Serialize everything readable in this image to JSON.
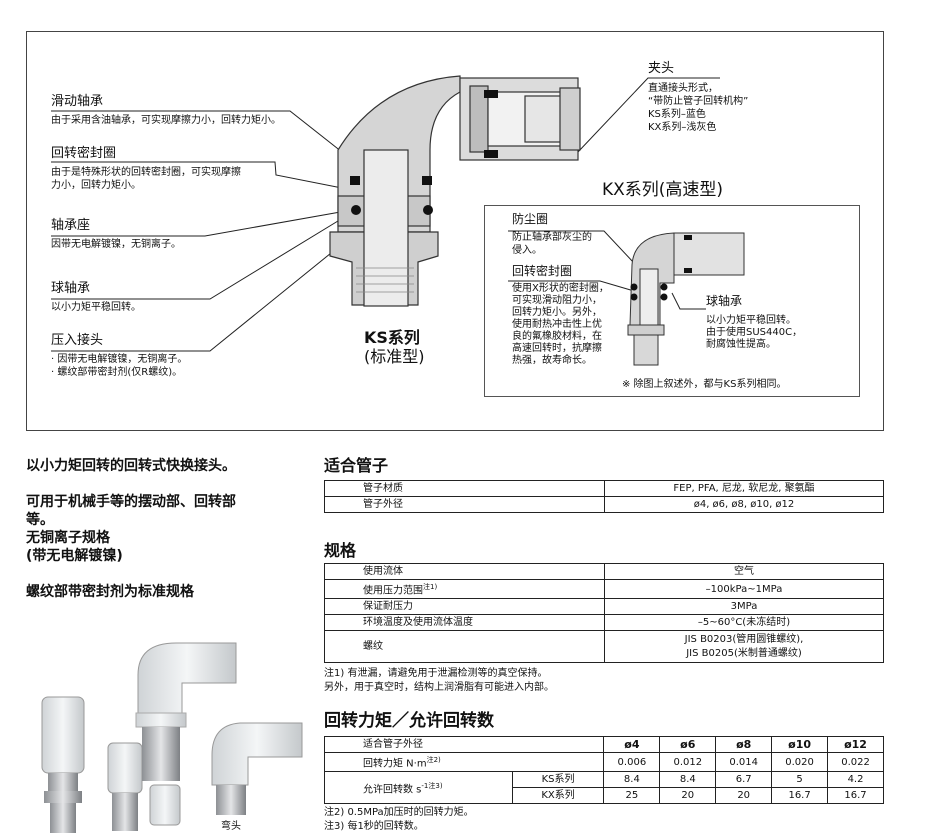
{
  "diagram": {
    "callouts": [
      {
        "title": "滑动轴承",
        "desc": [
          "由于采用含油轴承，可实现摩擦力小，回转力矩小。"
        ]
      },
      {
        "title": "回转密封圈",
        "desc": [
          "由于是特殊形状的回转密封圈，可实现摩擦",
          "力小，回转力矩小。"
        ]
      },
      {
        "title": "轴承座",
        "desc": [
          "因带无电解镀镍，无铜离子。"
        ]
      },
      {
        "title": "球轴承",
        "desc": [
          "以小力矩平稳回转。"
        ]
      },
      {
        "title": "压入接头",
        "desc": [
          "· 因带无电解镀镍，无铜离子。",
          "· 螺纹部带密封剂(仅R螺纹)。"
        ]
      }
    ],
    "chuck": {
      "title": "夹头",
      "desc": [
        "直通接头形式，",
        "“带防止管子回转机构”",
        "KS系列–蓝色",
        "KX系列–浅灰色"
      ]
    },
    "ks_label": {
      "series": "KS系列",
      "type": "(标准型)"
    },
    "kx_label": "KX系列(高速型)",
    "kx_inset": {
      "dust": {
        "title": "防尘圈",
        "desc": [
          "防止轴承部灰尘的",
          "侵入。"
        ]
      },
      "seal": {
        "title": "回转密封圈",
        "desc": [
          "使用X形状的密封圈，",
          "可实现滑动阻力小，",
          "回转力矩小。另外，",
          "使用耐热冲击性上优",
          "良的氟橡胶材料，在",
          "高速回转时，抗摩擦",
          "热强，故寿命长。"
        ]
      },
      "bearing": {
        "title": "球轴承",
        "desc": [
          "以小力矩平稳回转。",
          "由于使用SUS440C，",
          "耐腐蚀性提高。"
        ]
      },
      "note": "※ 除图上叙述外，都与KS系列相同。"
    }
  },
  "features": [
    "以小力矩回转的回转式快换接头。",
    "",
    "可用于机械手等的摆动部、回转部",
    "等。",
    "无铜离子规格",
    "(带无电解镀镍)",
    "",
    "螺纹部带密封剂为标准规格"
  ],
  "photo_caption": "弯头",
  "tubing": {
    "title": "适合管子",
    "rows": [
      [
        "管子材质",
        "FEP, PFA, 尼龙, 软尼龙, 聚氨酯"
      ],
      [
        "管子外径",
        "ø4, ø6, ø8, ø10, ø12"
      ]
    ]
  },
  "specs": {
    "title": "规格",
    "rows": [
      {
        "label": "使用流体",
        "sup": "",
        "value": [
          "空气"
        ]
      },
      {
        "label": "使用压力范围",
        "sup": "注1)",
        "value": [
          "–100kPa~1MPa"
        ]
      },
      {
        "label": "保证耐压力",
        "sup": "",
        "value": [
          "3MPa"
        ]
      },
      {
        "label": "环境温度及使用流体温度",
        "sup": "",
        "value": [
          "–5~60°C(未冻结时)"
        ]
      },
      {
        "label": "螺纹",
        "sup": "",
        "value": [
          "JIS B0203(管用圆锥螺纹),",
          "JIS B0205(米制普通螺纹)"
        ]
      }
    ],
    "notes": [
      "注1)  有泄漏，请避免用于泄漏检测等的真空保持。",
      "        另外，用于真空时，结构上润滑脂有可能进入内部。"
    ]
  },
  "torque": {
    "title": "回转力矩／允许回转数",
    "header_label": "适合管子外径",
    "sizes": [
      "ø4",
      "ø6",
      "ø8",
      "ø10",
      "ø12"
    ],
    "torque_label": "回转力矩  N·m",
    "torque_sup": "注2)",
    "torque_values": [
      "0.006",
      "0.012",
      "0.014",
      "0.020",
      "0.022"
    ],
    "speed_label": "允许回转数 s",
    "speed_sup": "-1注3)",
    "speed_rows": [
      {
        "series": "KS系列",
        "values": [
          "8.4",
          "8.4",
          "6.7",
          "5",
          "4.2"
        ]
      },
      {
        "series": "KX系列",
        "values": [
          "25",
          "20",
          "20",
          "16.7",
          "16.7"
        ]
      }
    ],
    "notes": [
      "注2)  0.5MPa加压时的回转力矩。",
      "注3)  每1秒的回转数。"
    ]
  }
}
